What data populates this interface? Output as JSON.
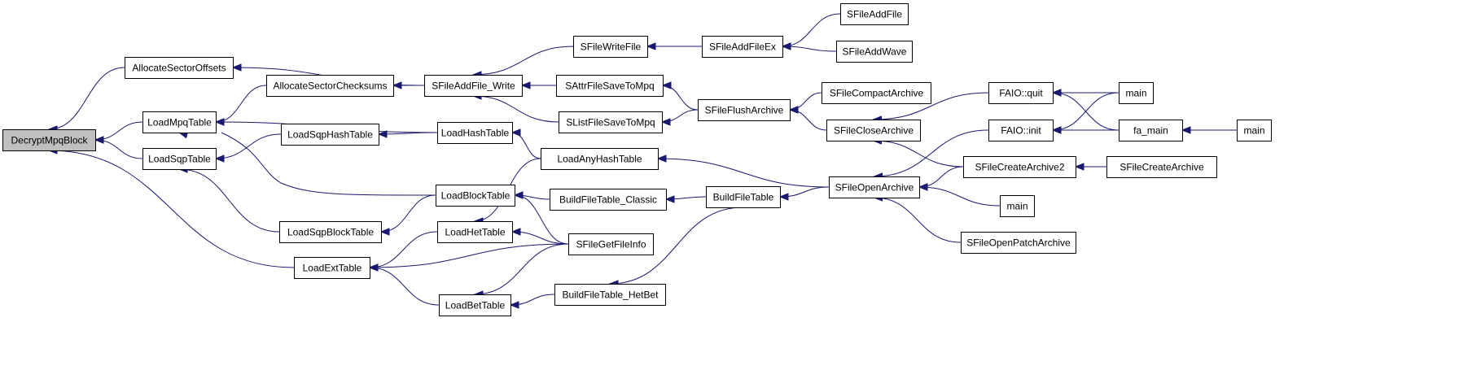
{
  "diagram": {
    "root": "DecryptMpqBlock",
    "nodes": [
      {
        "id": "decrypt",
        "label": "DecryptMpqBlock",
        "root": true
      },
      {
        "id": "allocoff",
        "label": "AllocateSectorOffsets"
      },
      {
        "id": "loadmpq",
        "label": "LoadMpqTable"
      },
      {
        "id": "loadsqp",
        "label": "LoadSqpTable"
      },
      {
        "id": "loadext",
        "label": "LoadExtTable"
      },
      {
        "id": "alloccheck",
        "label": "AllocateSectorChecksums"
      },
      {
        "id": "loadsqphash",
        "label": "LoadSqpHashTable"
      },
      {
        "id": "loadsqpblock",
        "label": "LoadSqpBlockTable"
      },
      {
        "id": "sfaddwrite",
        "label": "SFileAddFile_Write"
      },
      {
        "id": "loadhash",
        "label": "LoadHashTable"
      },
      {
        "id": "loadblock",
        "label": "LoadBlockTable"
      },
      {
        "id": "loadhet",
        "label": "LoadHetTable"
      },
      {
        "id": "loadbet",
        "label": "LoadBetTable"
      },
      {
        "id": "sfwrite",
        "label": "SFileWriteFile"
      },
      {
        "id": "sattr",
        "label": "SAttrFileSaveToMpq"
      },
      {
        "id": "slist",
        "label": "SListFileSaveToMpq"
      },
      {
        "id": "loadanyhash",
        "label": "LoadAnyHashTable"
      },
      {
        "id": "bftclassic",
        "label": "BuildFileTable_Classic"
      },
      {
        "id": "sfgetinfo",
        "label": "SFileGetFileInfo"
      },
      {
        "id": "bfthetbet",
        "label": "BuildFileTable_HetBet"
      },
      {
        "id": "sfaddex",
        "label": "SFileAddFileEx"
      },
      {
        "id": "sfflush",
        "label": "SFileFlushArchive"
      },
      {
        "id": "bft",
        "label": "BuildFileTable"
      },
      {
        "id": "sfaddfile",
        "label": "SFileAddFile"
      },
      {
        "id": "sfaddwave",
        "label": "SFileAddWave"
      },
      {
        "id": "sfcompact",
        "label": "SFileCompactArchive"
      },
      {
        "id": "sfclose",
        "label": "SFileCloseArchive"
      },
      {
        "id": "sfopen",
        "label": "SFileOpenArchive"
      },
      {
        "id": "faioquit",
        "label": "FAIO::quit"
      },
      {
        "id": "faioinit",
        "label": "FAIO::init"
      },
      {
        "id": "sfcreate2",
        "label": "SFileCreateArchive2"
      },
      {
        "id": "main1",
        "label": "main"
      },
      {
        "id": "sfopenpatch",
        "label": "SFileOpenPatchArchive"
      },
      {
        "id": "main2",
        "label": "main"
      },
      {
        "id": "famain",
        "label": "fa_main"
      },
      {
        "id": "sfcreate",
        "label": "SFileCreateArchive"
      },
      {
        "id": "main3",
        "label": "main"
      }
    ],
    "edges": [
      {
        "from": "allocoff",
        "to": "decrypt"
      },
      {
        "from": "loadmpq",
        "to": "decrypt"
      },
      {
        "from": "loadsqp",
        "to": "decrypt"
      },
      {
        "from": "loadext",
        "to": "decrypt"
      },
      {
        "from": "sfaddwrite",
        "to": "allocoff"
      },
      {
        "from": "alloccheck",
        "to": "loadmpq"
      },
      {
        "from": "loadhash",
        "to": "loadmpq"
      },
      {
        "from": "loadblock",
        "to": "loadmpq"
      },
      {
        "from": "loadsqphash",
        "to": "loadsqp"
      },
      {
        "from": "loadsqpblock",
        "to": "loadsqp"
      },
      {
        "from": "loadhet",
        "to": "loadext"
      },
      {
        "from": "sfgetinfo",
        "to": "loadext"
      },
      {
        "from": "loadbet",
        "to": "loadext"
      },
      {
        "from": "sfaddwrite",
        "to": "alloccheck"
      },
      {
        "from": "loadhash",
        "to": "loadsqphash"
      },
      {
        "from": "loadblock",
        "to": "loadsqpblock"
      },
      {
        "from": "sfwrite",
        "to": "sfaddwrite"
      },
      {
        "from": "sattr",
        "to": "sfaddwrite"
      },
      {
        "from": "slist",
        "to": "sfaddwrite"
      },
      {
        "from": "loadanyhash",
        "to": "loadhash"
      },
      {
        "from": "bftclassic",
        "to": "loadblock"
      },
      {
        "from": "sfgetinfo",
        "to": "loadblock"
      },
      {
        "from": "loadanyhash",
        "to": "loadhet"
      },
      {
        "from": "sfgetinfo",
        "to": "loadhet"
      },
      {
        "from": "sfgetinfo",
        "to": "loadbet"
      },
      {
        "from": "bfthetbet",
        "to": "loadbet"
      },
      {
        "from": "sfaddex",
        "to": "sfwrite"
      },
      {
        "from": "sfflush",
        "to": "sattr"
      },
      {
        "from": "sfflush",
        "to": "slist"
      },
      {
        "from": "sfopen",
        "to": "loadanyhash"
      },
      {
        "from": "bft",
        "to": "bftclassic"
      },
      {
        "from": "bft",
        "to": "bfthetbet"
      },
      {
        "from": "sfaddfile",
        "to": "sfaddex"
      },
      {
        "from": "sfaddwave",
        "to": "sfaddex"
      },
      {
        "from": "sfcompact",
        "to": "sfflush"
      },
      {
        "from": "sfclose",
        "to": "sfflush"
      },
      {
        "from": "sfopen",
        "to": "bft"
      },
      {
        "from": "faioquit",
        "to": "sfclose"
      },
      {
        "from": "sfcreate2",
        "to": "sfclose"
      },
      {
        "from": "faioinit",
        "to": "sfopen"
      },
      {
        "from": "sfcreate2",
        "to": "sfopen"
      },
      {
        "from": "main1",
        "to": "sfopen"
      },
      {
        "from": "sfopenpatch",
        "to": "sfopen"
      },
      {
        "from": "main2",
        "to": "faioquit"
      },
      {
        "from": "famain",
        "to": "faioquit"
      },
      {
        "from": "main2",
        "to": "faioinit"
      },
      {
        "from": "famain",
        "to": "faioinit"
      },
      {
        "from": "sfcreate",
        "to": "sfcreate2"
      },
      {
        "from": "main3",
        "to": "famain"
      }
    ]
  }
}
